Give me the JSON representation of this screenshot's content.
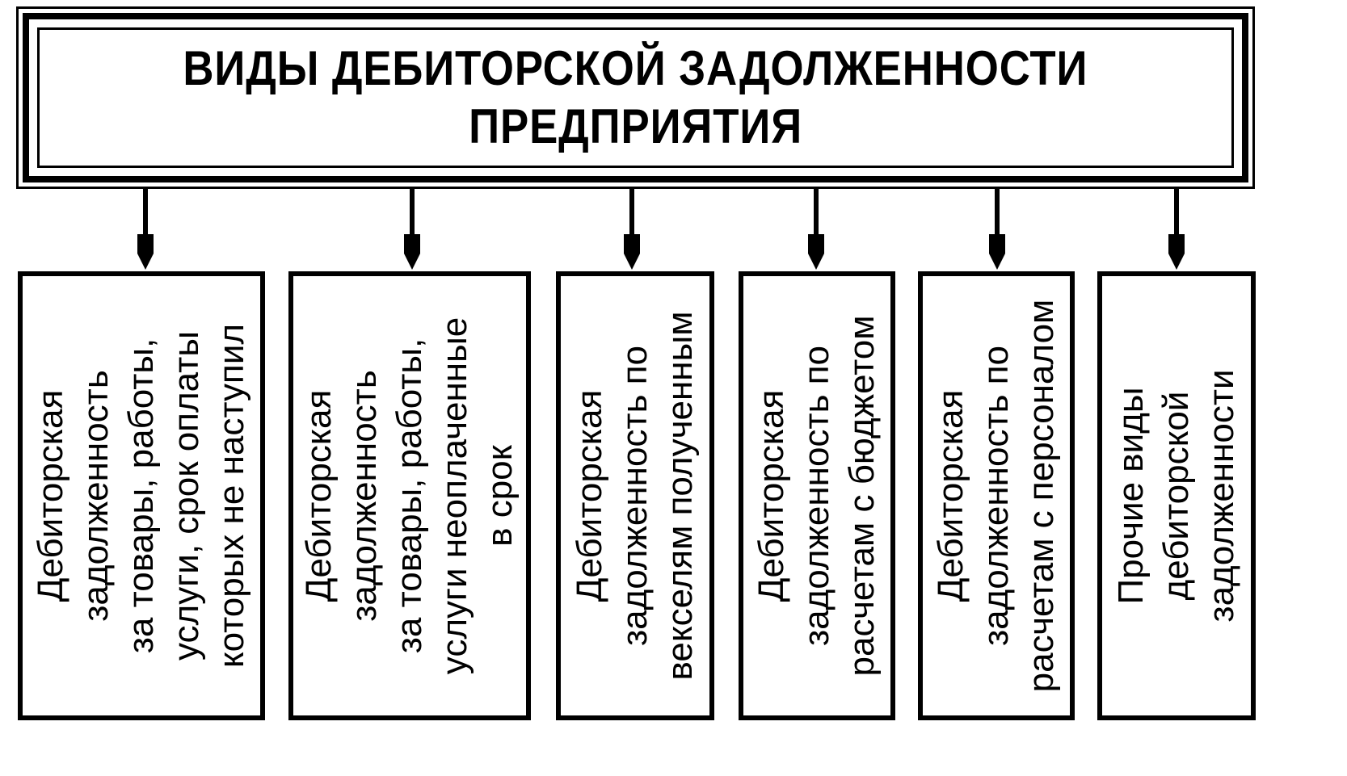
{
  "header": {
    "title_line1": "ВИДЫ ДЕБИТОРСКОЙ ЗАДОЛЖЕННОСТИ",
    "title_line2": "ПРЕДПРИЯТИЯ"
  },
  "categories": [
    {
      "lines": [
        "Дебиторская",
        "задолженность",
        "за товары, работы,",
        "услуги, срок оплаты",
        "которых не наступил"
      ]
    },
    {
      "lines": [
        "Дебиторская",
        "задолженность",
        "за товары, работы,",
        "услуги неоплаченные",
        "в срок"
      ]
    },
    {
      "lines": [
        "Дебиторская",
        "задолженность по",
        "векселям полученным"
      ]
    },
    {
      "lines": [
        "Дебиторская",
        "задолженность по",
        "расчетам с бюджетом"
      ]
    },
    {
      "lines": [
        "Дебиторская",
        "задолженность по",
        "расчетам с персоналом"
      ]
    },
    {
      "lines": [
        "Прочие виды",
        "дебиторской",
        "задолженности"
      ]
    }
  ],
  "colors": {
    "stroke": "#000000",
    "background": "#ffffff"
  }
}
